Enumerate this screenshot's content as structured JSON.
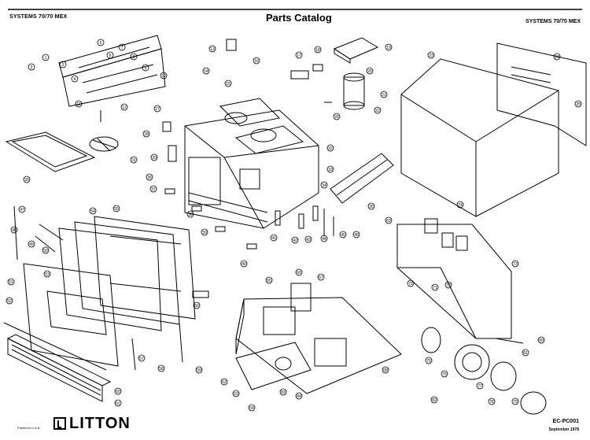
{
  "header": {
    "left": "SYSTEMS 70/70 MEX",
    "title": "Parts Catalog",
    "right": "SYSTEMS 70/70 MEX"
  },
  "footer": {
    "brand": "LITTON",
    "printed": "Printed in U.S.A.",
    "doc_number": "EC-PC001",
    "date": "September 1978"
  },
  "callouts": [
    "1",
    "2",
    "3",
    "4",
    "5",
    "6",
    "7",
    "8",
    "9",
    "10",
    "11",
    "12",
    "13",
    "14",
    "15",
    "16",
    "17",
    "18",
    "19",
    "20",
    "21",
    "22",
    "23",
    "24",
    "25",
    "26",
    "27",
    "28",
    "29",
    "30",
    "31",
    "32",
    "33",
    "34",
    "35",
    "36",
    "37",
    "38",
    "39",
    "40",
    "41",
    "42",
    "43",
    "44",
    "45",
    "46",
    "47",
    "48",
    "49",
    "50",
    "51",
    "52",
    "53",
    "54",
    "55",
    "56",
    "57",
    "58",
    "59",
    "60",
    "61",
    "62",
    "63",
    "64",
    "65",
    "66",
    "67",
    "68",
    "69",
    "70",
    "71",
    "72",
    "73",
    "74",
    "75",
    "76",
    "77",
    "78",
    "79",
    "80",
    "81",
    "82",
    "83",
    "84",
    "85",
    "86",
    "87",
    "88"
  ]
}
